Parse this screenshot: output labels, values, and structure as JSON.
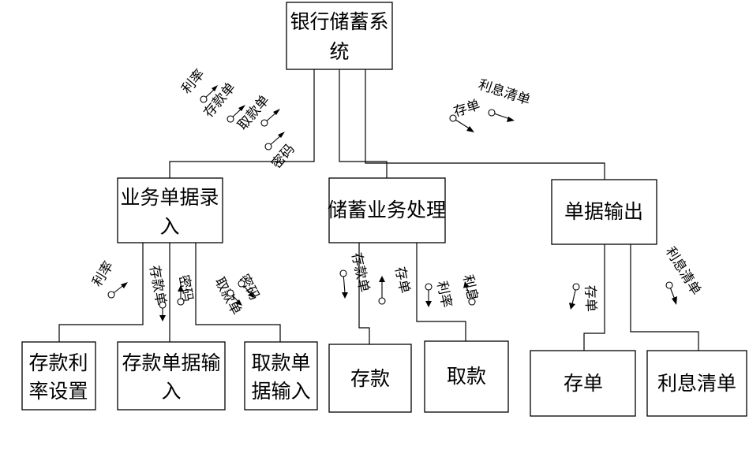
{
  "nodes": {
    "root": {
      "line1": "银行储蓄系",
      "line2": "统"
    },
    "entry": {
      "line1": "业务单据录",
      "line2": "入"
    },
    "process": {
      "label": "储蓄业务处理"
    },
    "output": {
      "label": "单据输出"
    },
    "rate_setup": {
      "line1": "存款利",
      "line2": "率设置"
    },
    "deposit_input": {
      "line1": "存款单据输",
      "line2": "入"
    },
    "withdraw_input": {
      "line1": "取款单",
      "line2": "据输入"
    },
    "deposit": {
      "label": "存款"
    },
    "withdraw": {
      "label": "取款"
    },
    "receipt": {
      "label": "存单"
    },
    "interest_list": {
      "label": "利息清单"
    }
  },
  "flows": {
    "root_entry": [
      "利率",
      "存款单",
      "取款单",
      "密码"
    ],
    "root_output": [
      "存单",
      "利息清单"
    ],
    "entry_rate": "利率",
    "entry_deposit": [
      "存款单",
      "密码"
    ],
    "entry_withdraw": [
      "取款单",
      "密码"
    ],
    "process_deposit": [
      "存款单",
      "存单"
    ],
    "process_withdraw": [
      "利率",
      "利息"
    ],
    "output_receipt": "存单",
    "output_interest": "利息清单"
  }
}
